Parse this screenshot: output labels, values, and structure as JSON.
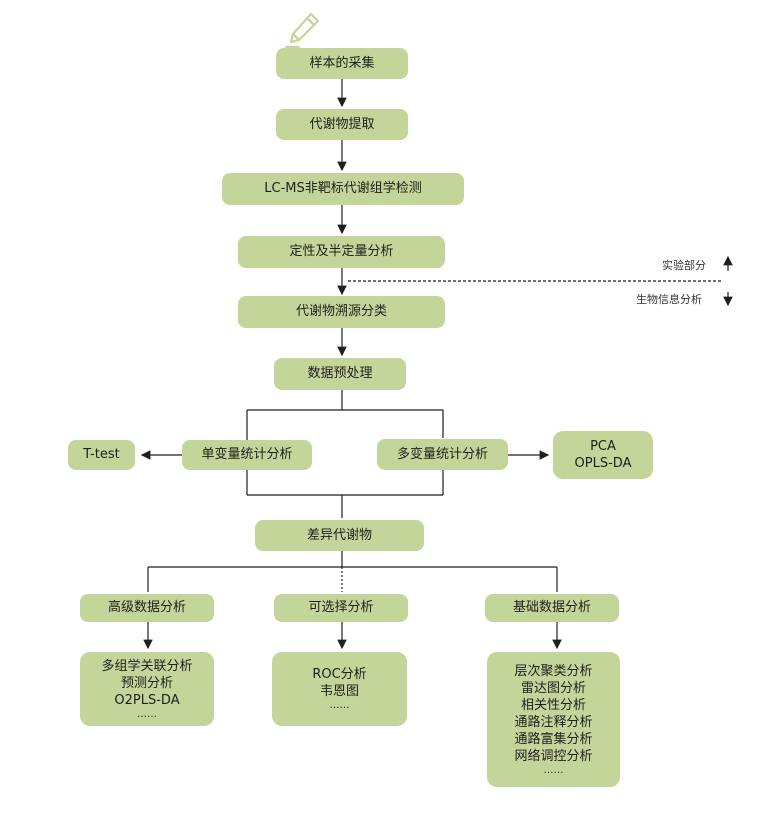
{
  "steps": {
    "sampling": "样本的采集",
    "extraction": "代谢物提取",
    "lcms": "LC-MS非靶标代谢组学检测",
    "quant": "定性及半定量分析",
    "source": "代谢物溯源分类",
    "preprocess": "数据预处理",
    "univariate": "单变量统计分析",
    "multivariate": "多变量统计分析",
    "ttest": "T-test",
    "pca": [
      "PCA",
      "OPLS-DA"
    ],
    "diff": "差异代谢物",
    "advanced": "高级数据分析",
    "optional": "可选择分析",
    "basic": "基础数据分析",
    "advanced_items": [
      "多组学关联分析",
      "预测分析",
      "O2PLS-DA",
      "……"
    ],
    "optional_items": [
      "ROC分析",
      "韦恩图",
      "……"
    ],
    "basic_items": [
      "层次聚类分析",
      "雷达图分析",
      "相关性分析",
      "通路注释分析",
      "通路富集分析",
      "网络调控分析",
      "……"
    ]
  },
  "divider": {
    "upper": "实验部分",
    "lower": "生物信息分析"
  },
  "colors": {
    "box": "#c4d59a",
    "pen": "#c4d59a"
  },
  "icons": [
    "pen-icon"
  ]
}
